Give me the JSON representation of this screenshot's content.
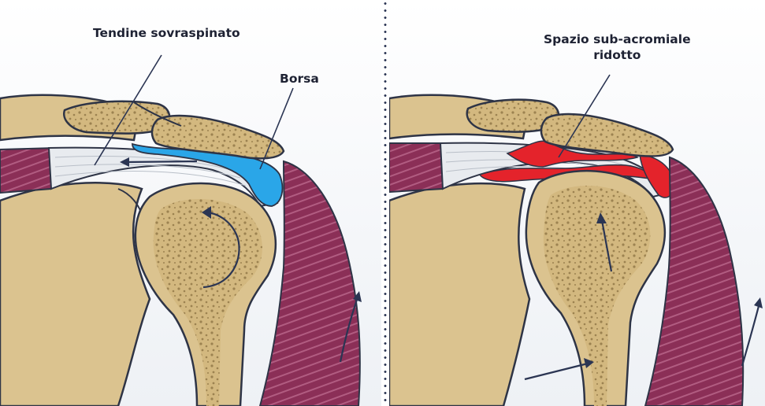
{
  "labels": {
    "tendon": "Tendine sovraspinato",
    "bursa": "Borsa",
    "reduced_space_line1": "Spazio sub-acromiale",
    "reduced_space_line2": "ridotto"
  },
  "colors": {
    "bone": "#dbc38f",
    "bone_outline": "#2e3446",
    "spongy": "#c9ad73",
    "muscle": "#8b2f57",
    "muscle_stripe": "#c46a8e",
    "tendon": "#e8ebef",
    "bursa_normal": "#2aa6e8",
    "bursa_inflamed": "#e4232b",
    "arrow": "#2b3553"
  },
  "icons": {
    "rotation": "curved-rotation-arrow-icon",
    "pull": "straight-arrow-icon"
  }
}
